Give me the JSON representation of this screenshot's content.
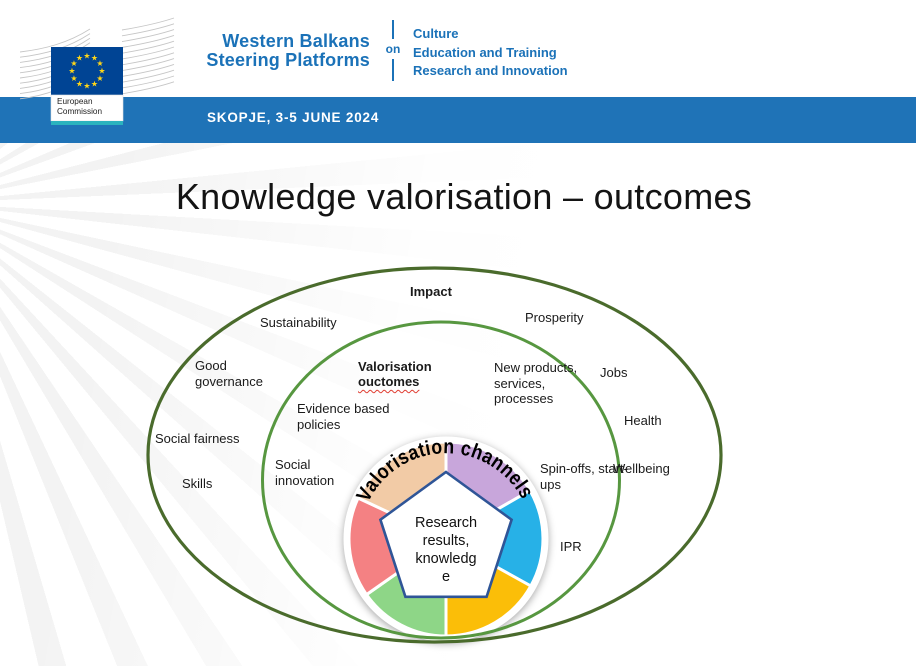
{
  "header": {
    "ec_logo": {
      "line1": "European",
      "line2": "Commission",
      "flag_blue": "#004494",
      "star_yellow": "#FFD617",
      "teal": "#2BB3BE"
    },
    "brand": {
      "line1": "Western Balkans",
      "line2": "Steering Platforms",
      "blue": "#1B72B8"
    },
    "on_label": "on",
    "topics": [
      "Culture",
      "Education and Training",
      "Research and Innovation"
    ],
    "banner_text": "SKOPJE, 3-5 JUNE 2024",
    "banner_bg": "#1F73B7"
  },
  "slide": {
    "title": "Knowledge valorisation – outcomes"
  },
  "diagram": {
    "rings": {
      "outer": {
        "label": "Impact",
        "color": "#4A6B2C"
      },
      "inner": {
        "label_prefix": "Valorisation",
        "label_typo": "ouctomes",
        "color": "#579740"
      }
    },
    "impact_labels": [
      {
        "text": "Sustainability"
      },
      {
        "text": "Prosperity"
      },
      {
        "text": "Good\ngovernance"
      },
      {
        "text": "Jobs"
      },
      {
        "text": "Social fairness"
      },
      {
        "text": "Health"
      },
      {
        "text": "Skills"
      },
      {
        "text": "Wellbeing"
      }
    ],
    "outcome_labels": [
      {
        "text": "New products,\nservices,\nprocesses"
      },
      {
        "text": "Evidence based\npolicies"
      },
      {
        "text": "Social\ninnovation"
      },
      {
        "text": "Spin-offs, start-\nups"
      },
      {
        "text": "IPR"
      }
    ],
    "wheel": {
      "arc_label": "Valorisation channels",
      "center_lines": [
        "Research",
        "results,",
        "knowledg",
        "e"
      ],
      "pentagon_border": "#2F5597",
      "segments": [
        {
          "name": "purple",
          "color": "#C8A6DB",
          "from": 0,
          "to": 60
        },
        {
          "name": "cyan",
          "color": "#27B1E7",
          "from": 60,
          "to": 119
        },
        {
          "name": "yellow",
          "color": "#FBBE08",
          "from": 119,
          "to": 180
        },
        {
          "name": "green",
          "color": "#8ED687",
          "from": 180,
          "to": 235
        },
        {
          "name": "salmon",
          "color": "#F48183",
          "from": 235,
          "to": 295
        },
        {
          "name": "peach",
          "color": "#F2CBA6",
          "from": 295,
          "to": 360
        }
      ]
    }
  }
}
